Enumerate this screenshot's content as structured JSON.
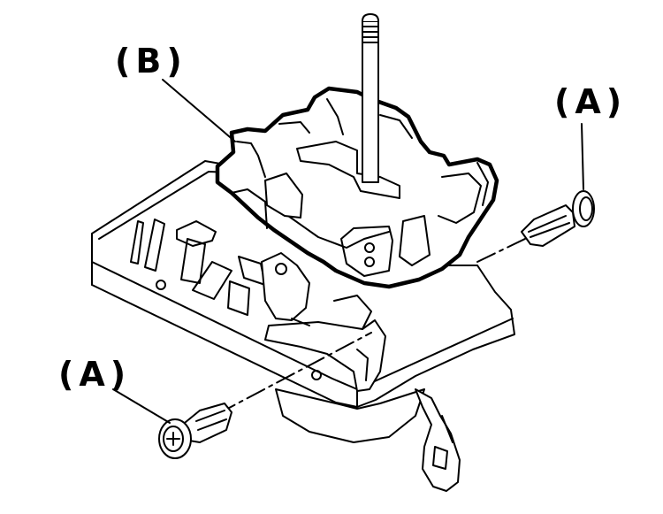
{
  "callouts": {
    "b": "(B)",
    "a_right": "(A)",
    "a_left": "(A)"
  },
  "colors": {
    "line": "#000000",
    "background": "#ffffff"
  }
}
